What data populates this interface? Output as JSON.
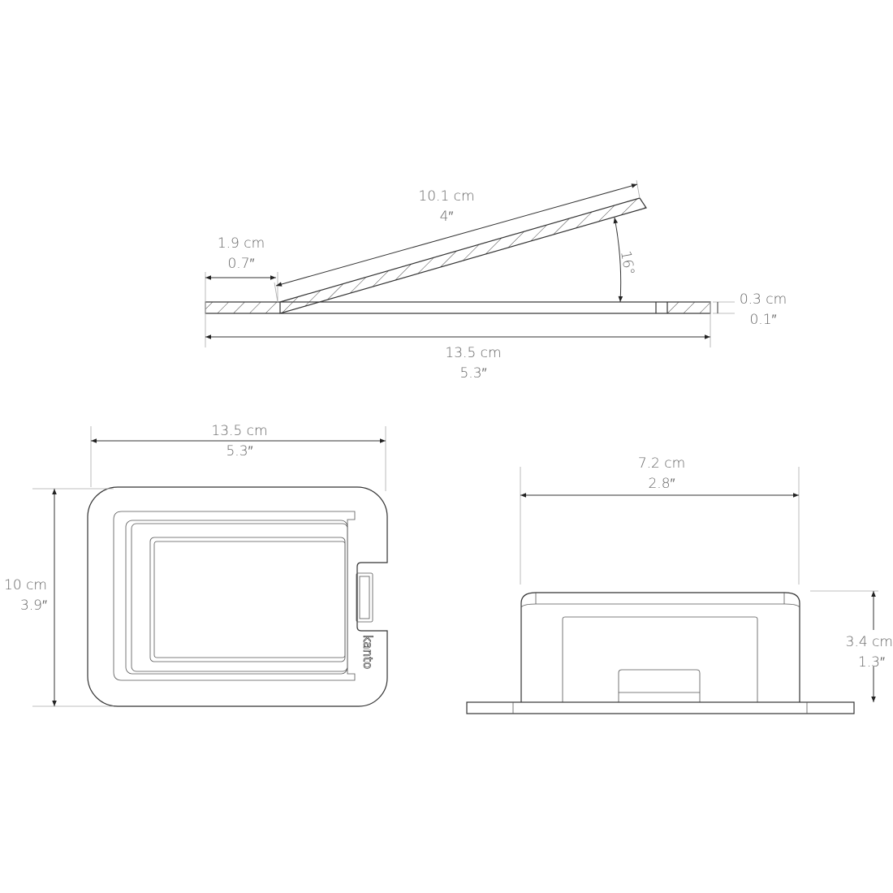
{
  "side_view": {
    "slope_length": {
      "metric": "10.1 cm",
      "imperial": "4″"
    },
    "lip_length": {
      "metric": "1.9 cm",
      "imperial": "0.7″"
    },
    "angle": "16°",
    "thickness": {
      "metric": "0.3 cm",
      "imperial": "0.1″"
    },
    "total_length": {
      "metric": "13.5 cm",
      "imperial": "5.3″"
    }
  },
  "top_view": {
    "width": {
      "metric": "13.5 cm",
      "imperial": "5.3″"
    },
    "depth": {
      "metric": "10 cm",
      "imperial": "3.9″"
    },
    "logo": "kanto"
  },
  "front_view": {
    "width": {
      "metric": "7.2 cm",
      "imperial": "2.8″"
    },
    "height": {
      "metric": "3.4 cm",
      "imperial": "1.3″"
    }
  }
}
